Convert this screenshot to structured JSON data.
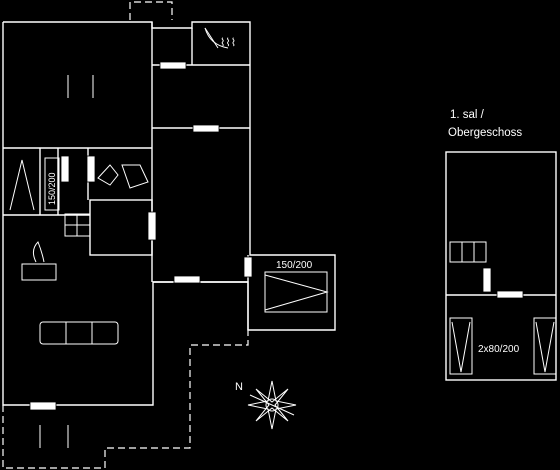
{
  "floor_label": {
    "line1": "1. sal /",
    "line2": "Obergeschoss"
  },
  "bed_labels": {
    "ground_small": "150/200",
    "ground_side": "150/200",
    "upper": "2x80/200"
  },
  "compass": {
    "north": "N"
  },
  "colors": {
    "background": "#000000",
    "lines": "#ffffff"
  }
}
